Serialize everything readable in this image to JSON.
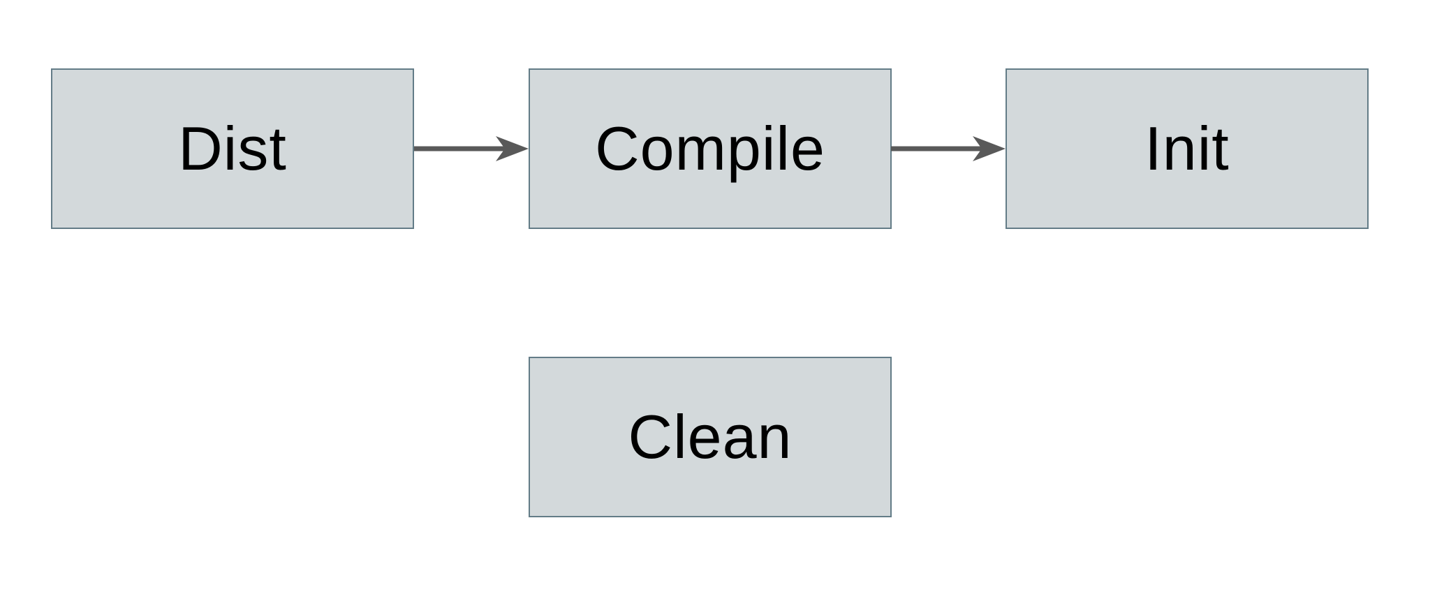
{
  "diagram": {
    "colors": {
      "background": "#ffffff",
      "node_fill": "#d3d9db",
      "node_border": "#637c87",
      "arrow": "#595959",
      "label_text": "#000000"
    },
    "nodes": [
      {
        "id": "dist",
        "label": "Dist"
      },
      {
        "id": "compile",
        "label": "Compile"
      },
      {
        "id": "init",
        "label": "Init"
      },
      {
        "id": "clean",
        "label": "Clean"
      }
    ],
    "edges": [
      {
        "from": "Dist",
        "to": "Compile"
      },
      {
        "from": "Compile",
        "to": "Init"
      }
    ]
  }
}
